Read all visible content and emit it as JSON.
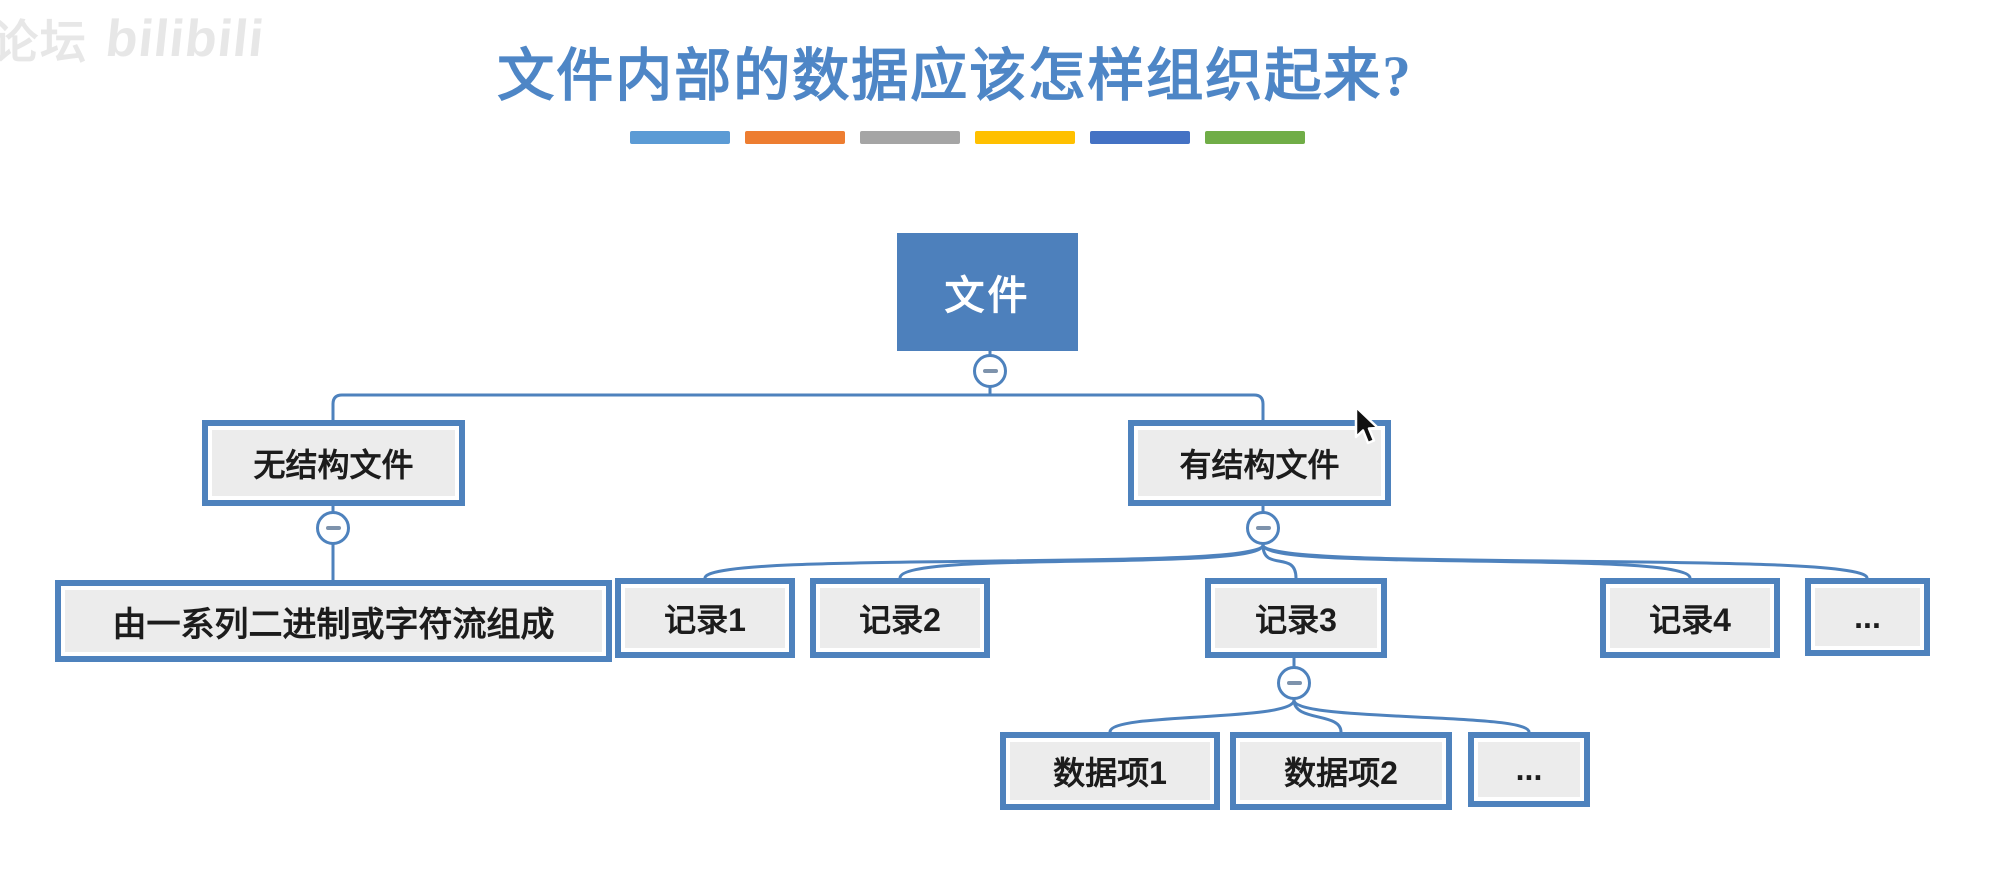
{
  "watermark": {
    "cjk": "论坛",
    "brand": "bilibili"
  },
  "title": {
    "text": "文件内部的数据应该怎样组织起来?"
  },
  "divider_colors": [
    "#5B9BD5",
    "#ED7D31",
    "#A5A5A5",
    "#FFC000",
    "#4472C4",
    "#70AD47"
  ],
  "colors": {
    "accent": "#4e82bd",
    "node_fill": "#ececec",
    "root_fill": "#4d80bc",
    "title": "#4e86c6"
  },
  "icons": {
    "collapse": "minus-circle-icon",
    "pointer": "arrow-cursor-icon"
  },
  "tree": {
    "root": {
      "label": "文件"
    },
    "unstructured": {
      "label": "无结构文件"
    },
    "structured": {
      "label": "有结构文件"
    },
    "stream": {
      "label": "由一系列二进制或字符流组成"
    },
    "record1": {
      "label": "记录1"
    },
    "record2": {
      "label": "记录2"
    },
    "record3": {
      "label": "记录3"
    },
    "record4": {
      "label": "记录4"
    },
    "records_more": {
      "label": "..."
    },
    "item1": {
      "label": "数据项1"
    },
    "item2": {
      "label": "数据项2"
    },
    "items_more": {
      "label": "..."
    }
  }
}
